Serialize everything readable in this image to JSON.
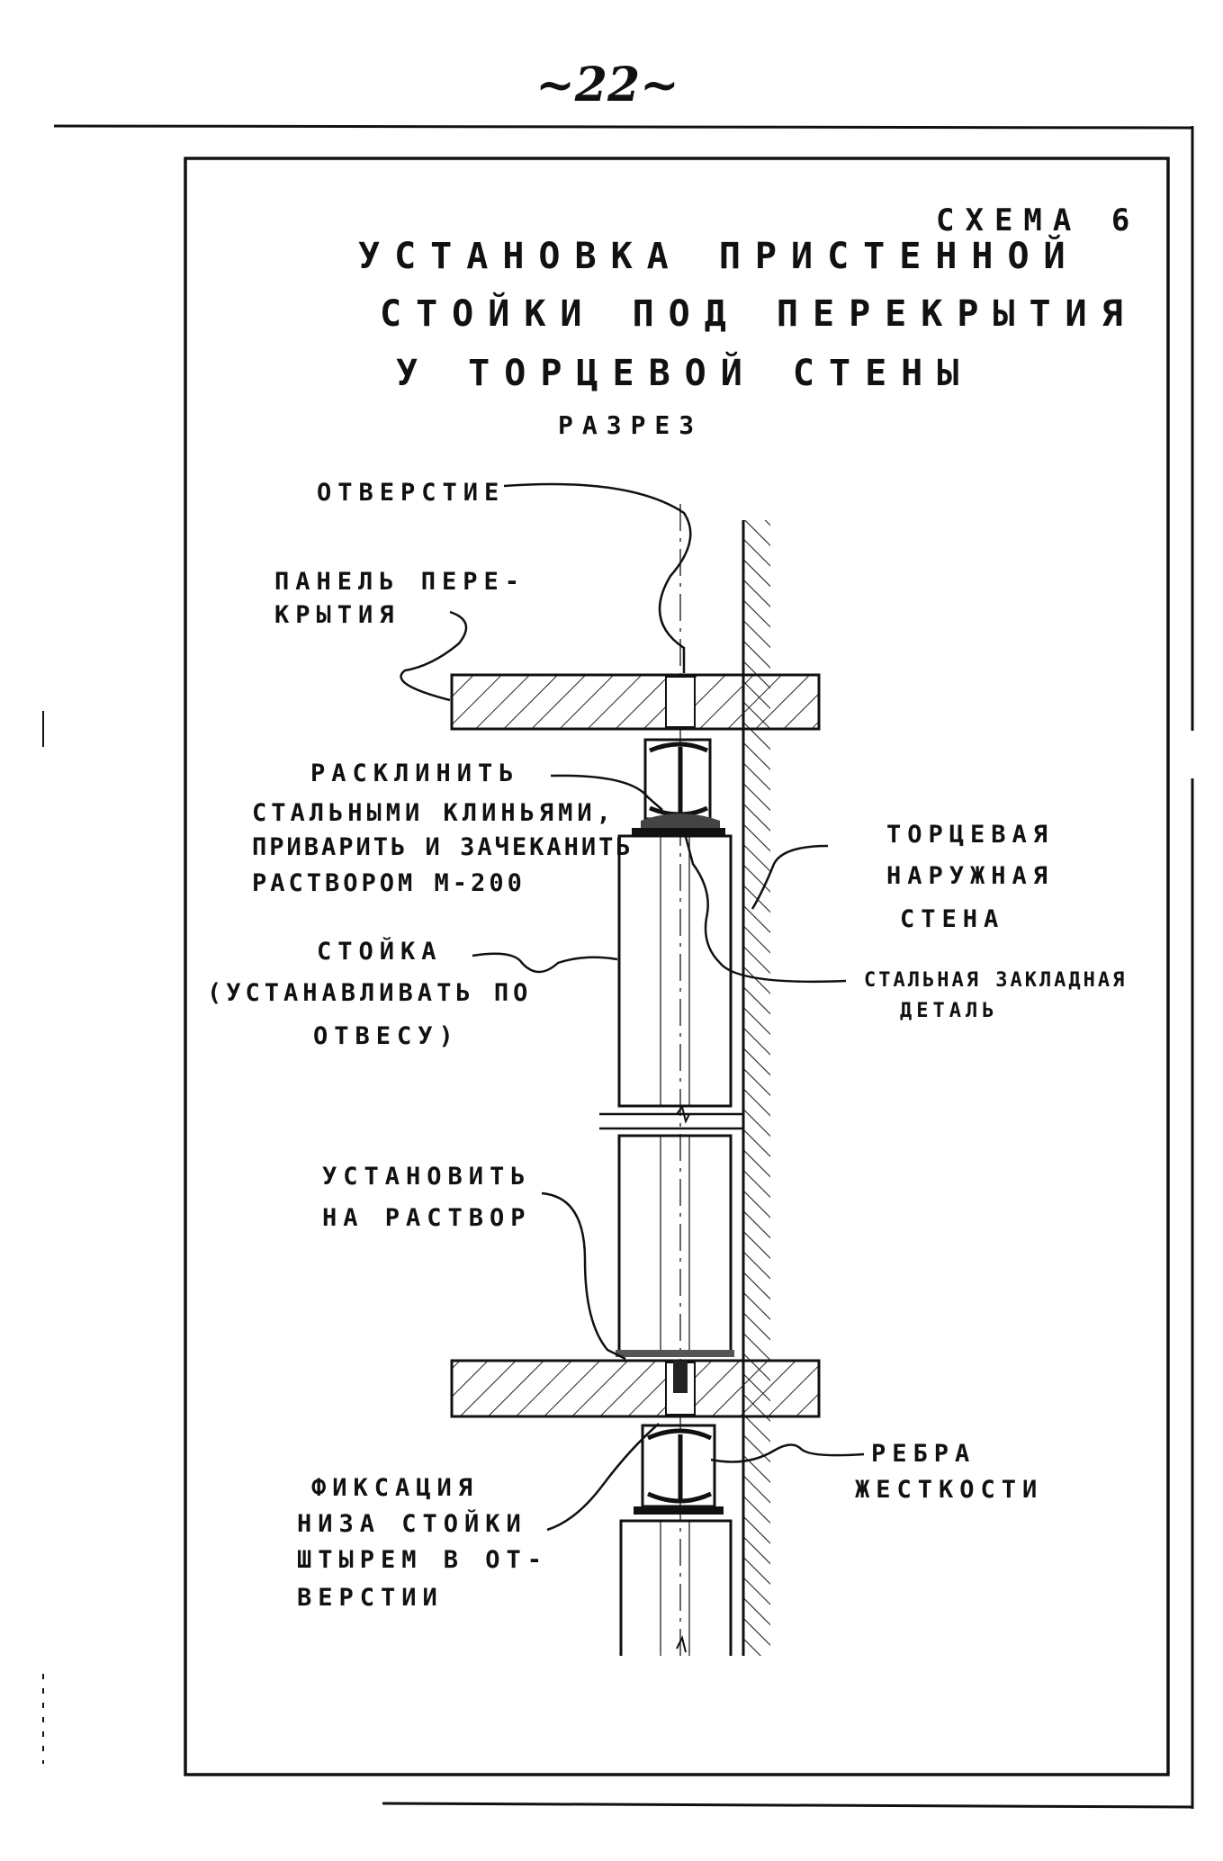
{
  "page_number": "~22~",
  "scheme_label": "СХЕМА 6",
  "title_lines": [
    "УСТАНОВКА ПРИСТЕННОЙ",
    "СТОЙКИ ПОД ПЕРЕКРЫТИЯ",
    "У ТОРЦЕВОЙ СТЕНЫ"
  ],
  "subtitle": "РАЗРЕЗ",
  "labels": {
    "opening": "ОТВЕРСТИЕ",
    "floor_panel": [
      "ПАНЕЛЬ ПЕРЕ-",
      "КРЫТИЯ"
    ],
    "wedge": [
      "РАСКЛИНИТЬ",
      "СТАЛЬНЫМИ КЛИНЬЯМИ,",
      "ПРИВАРИТЬ И ЗАЧЕКАНИТЬ",
      "РАСТВОРОМ М-200"
    ],
    "post": [
      "СТОЙКА",
      "(УСТАНАВЛИВАТЬ ПО",
      "ОТВЕСУ)"
    ],
    "end_wall": [
      "ТОРЦЕВАЯ",
      "НАРУЖНАЯ",
      "СТЕНА"
    ],
    "embedded_part": [
      "СТАЛЬНАЯ ЗАКЛАДНАЯ",
      "ДЕТАЛЬ"
    ],
    "set_on_mortar": [
      "УСТАНОВИТЬ",
      "НА РАСТВОР"
    ],
    "ribs": [
      "РЕБРА",
      "ЖЕСТКОСТИ"
    ],
    "fixation": [
      "ФИКСАЦИЯ",
      "НИЗА СТОЙКИ",
      "ШТЫРЕМ В ОТ-",
      "ВЕРСТИИ"
    ]
  }
}
